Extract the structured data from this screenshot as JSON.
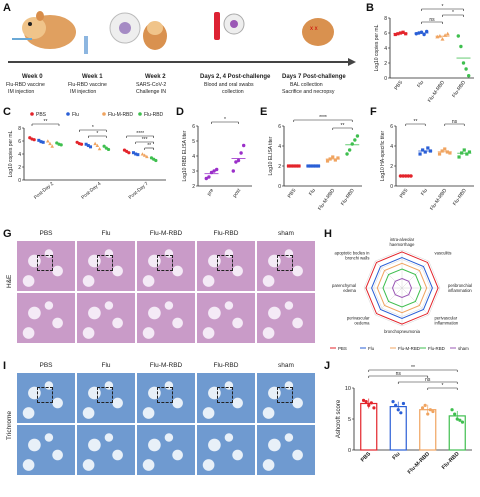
{
  "panel_labels": [
    "A",
    "B",
    "C",
    "D",
    "E",
    "F",
    "G",
    "H",
    "I",
    "J"
  ],
  "timeline": {
    "steps": [
      {
        "title": "Week 0",
        "lines": [
          "Flu-RBD vaccine",
          "IM injection"
        ]
      },
      {
        "title": "Week 1",
        "lines": [
          "Flu-RBD vaccine",
          "IM injection"
        ]
      },
      {
        "title": "Week 2",
        "lines": [
          "SARS-CoV-2",
          "Challenge IN"
        ]
      },
      {
        "title": "Days 2, 4 Post-challenge",
        "lines": [
          "Blood and oral swabs",
          "collection"
        ]
      },
      {
        "title": "Days 7 Post-challenge",
        "lines": [
          "BAL collection",
          "Sacrifice and necropsy"
        ]
      }
    ]
  },
  "colors": {
    "pbs": "#e3242b",
    "flu": "#2a5fd6",
    "flu_m_rbd": "#f0a460",
    "flu_rbd": "#3fbf4f",
    "sham": "#9b59b6",
    "purple": "#9b2fc9"
  },
  "chart_data": [
    {
      "panel": "B",
      "type": "scatter",
      "ylabel": "Log10 copies per mL",
      "ylim": [
        0,
        8
      ],
      "yticks": [
        "0",
        "2",
        "4",
        "6",
        "8"
      ],
      "categories": [
        "PBS",
        "Flu",
        "Flu-M-RBD",
        "Flu-RBD"
      ],
      "series": [
        {
          "name": "PBS",
          "values": [
            5.8,
            5.9,
            6.0,
            6.1,
            5.9
          ]
        },
        {
          "name": "Flu",
          "values": [
            5.9,
            6.0,
            6.1,
            5.8,
            6.2
          ]
        },
        {
          "name": "Flu-M-RBD",
          "values": [
            5.5,
            5.6,
            5.2,
            5.7,
            5.9
          ]
        },
        {
          "name": "Flu-RBD",
          "values": [
            5.6,
            4.2,
            2.0,
            1.2,
            0.3
          ]
        }
      ],
      "annotations": [
        "*",
        "*",
        "ns"
      ]
    },
    {
      "panel": "C",
      "type": "scatter",
      "ylabel": "Log10 copies per mL",
      "ylim": [
        0,
        8
      ],
      "yticks": [
        "0",
        "2",
        "4",
        "6",
        "8"
      ],
      "legend": [
        "PBS",
        "Flu",
        "Flu-M-RBD",
        "Flu-RBD"
      ],
      "categories": [
        "Post-Day 2",
        "Post-Day 4",
        "Post-Day 7"
      ],
      "series": [
        {
          "name": "PBS",
          "values": [
            [
              6.5,
              6.3,
              6.2
            ],
            [
              5.8,
              5.6,
              5.5
            ],
            [
              4.6,
              4.4,
              4.2
            ]
          ]
        },
        {
          "name": "Flu",
          "values": [
            [
              6.1,
              5.9,
              5.8
            ],
            [
              5.5,
              5.3,
              5.1
            ],
            [
              4.2,
              4.0,
              3.9
            ]
          ]
        },
        {
          "name": "Flu-M-RBD",
          "values": [
            [
              6.0,
              5.6,
              5.2
            ],
            [
              5.6,
              5.3,
              4.8
            ],
            [
              4.0,
              3.8,
              3.6
            ]
          ]
        },
        {
          "name": "Flu-RBD",
          "values": [
            [
              5.7,
              5.5,
              5.4
            ],
            [
              5.2,
              4.9,
              4.7
            ],
            [
              3.4,
              3.2,
              3.0
            ]
          ]
        }
      ],
      "annotations": [
        "**",
        "*",
        "*",
        "****",
        "***",
        "**"
      ]
    },
    {
      "panel": "D",
      "type": "scatter",
      "ylabel": "Log10 RBD ELISA titer",
      "ylim": [
        2,
        6
      ],
      "yticks": [
        "2",
        "3",
        "4",
        "5",
        "6"
      ],
      "categories": [
        "pre",
        "post"
      ],
      "series": [
        {
          "name": "pre",
          "values": [
            2.5,
            2.6,
            2.9,
            3.0,
            3.1
          ]
        },
        {
          "name": "post",
          "values": [
            3.0,
            3.6,
            3.7,
            4.2,
            4.7
          ]
        }
      ],
      "annotations": [
        "*"
      ]
    },
    {
      "panel": "E",
      "type": "scatter",
      "ylabel": "Log10 ELISA titer",
      "ylim": [
        0,
        6
      ],
      "yticks": [
        "0",
        "2",
        "4",
        "6"
      ],
      "categories": [
        "PBS",
        "Flu",
        "Flu-M-RBD",
        "Flu-RBD"
      ],
      "series": [
        {
          "name": "PBS",
          "values": [
            2,
            2,
            2,
            2,
            2
          ]
        },
        {
          "name": "Flu",
          "values": [
            2,
            2,
            2,
            2,
            2
          ]
        },
        {
          "name": "Flu-M-RBD",
          "values": [
            2.5,
            2.7,
            2.9,
            2.6,
            2.8
          ]
        },
        {
          "name": "Flu-RBD",
          "values": [
            3.2,
            3.6,
            4.2,
            4.6,
            5.0
          ]
        }
      ],
      "annotations": [
        "****",
        "**"
      ]
    },
    {
      "panel": "F",
      "type": "scatter",
      "ylabel": "Log10 HA-specific titer",
      "ylim": [
        0,
        6
      ],
      "yticks": [
        "0",
        "2",
        "4",
        "6"
      ],
      "categories": [
        "PBS",
        "Flu",
        "Flu-M-RBD",
        "Flu-RBD"
      ],
      "series": [
        {
          "name": "PBS",
          "values": [
            1,
            1,
            1,
            1,
            1
          ]
        },
        {
          "name": "Flu",
          "values": [
            3.2,
            3.6,
            3.4,
            3.8,
            3.5
          ]
        },
        {
          "name": "Flu-M-RBD",
          "values": [
            3.2,
            3.5,
            3.7,
            3.4,
            3.3
          ]
        },
        {
          "name": "Flu-RBD",
          "values": [
            2.9,
            3.3,
            3.6,
            3.2,
            3.4
          ]
        }
      ],
      "annotations": [
        "**",
        "ns"
      ]
    },
    {
      "panel": "H",
      "type": "radar",
      "axes": [
        "intra-alveolar haemorrhage",
        "vasculitis",
        "peribronchial inflammation",
        "perivascular inflammation",
        "bronchopneumonia",
        "perivascular oedema",
        "parenchymal edema",
        "apoptotic bodies in bronchi walls"
      ],
      "series": [
        {
          "name": "PBS",
          "values": [
            0.95,
            0.95,
            0.95,
            0.95,
            0.95,
            0.95,
            0.95,
            0.95
          ]
        },
        {
          "name": "Flu",
          "values": [
            0.8,
            0.8,
            0.8,
            0.8,
            0.8,
            0.8,
            0.8,
            0.8
          ]
        },
        {
          "name": "Flu-M-RBD",
          "values": [
            0.65,
            0.65,
            0.65,
            0.65,
            0.65,
            0.65,
            0.65,
            0.65
          ]
        },
        {
          "name": "Flu-RBD",
          "values": [
            0.5,
            0.5,
            0.5,
            0.5,
            0.5,
            0.5,
            0.5,
            0.5
          ]
        },
        {
          "name": "sham",
          "values": [
            0.25,
            0.25,
            0.25,
            0.25,
            0.25,
            0.25,
            0.25,
            0.25
          ]
        }
      ]
    },
    {
      "panel": "J",
      "type": "bar",
      "ylabel": "Ashcroft score",
      "ylim": [
        0,
        10
      ],
      "yticks": [
        "0",
        "5",
        "10"
      ],
      "categories": [
        "PBS",
        "Flu",
        "Flu-M-RBD",
        "Flu-RBD"
      ],
      "values": [
        7.5,
        7.0,
        6.5,
        5.5
      ],
      "points": [
        [
          8,
          7.8,
          7.2,
          7.6,
          6.8
        ],
        [
          7.8,
          7.2,
          6.5,
          6.0,
          7.5
        ],
        [
          6.8,
          7.2,
          5.8,
          6.5,
          6.2
        ],
        [
          6.5,
          5.8,
          5.0,
          4.8,
          4.5
        ]
      ],
      "annotations": [
        "**",
        "ns",
        "ns",
        "*"
      ]
    }
  ],
  "histology": {
    "g_columns": [
      "PBS",
      "Flu",
      "Flu-M-RBD",
      "Flu-RBD",
      "sham"
    ],
    "g_row_label": "H&E",
    "i_columns": [
      "PBS",
      "Flu",
      "Flu-M-RBD",
      "Flu-RBD",
      "sham"
    ],
    "i_row_label": "Trichrome"
  }
}
